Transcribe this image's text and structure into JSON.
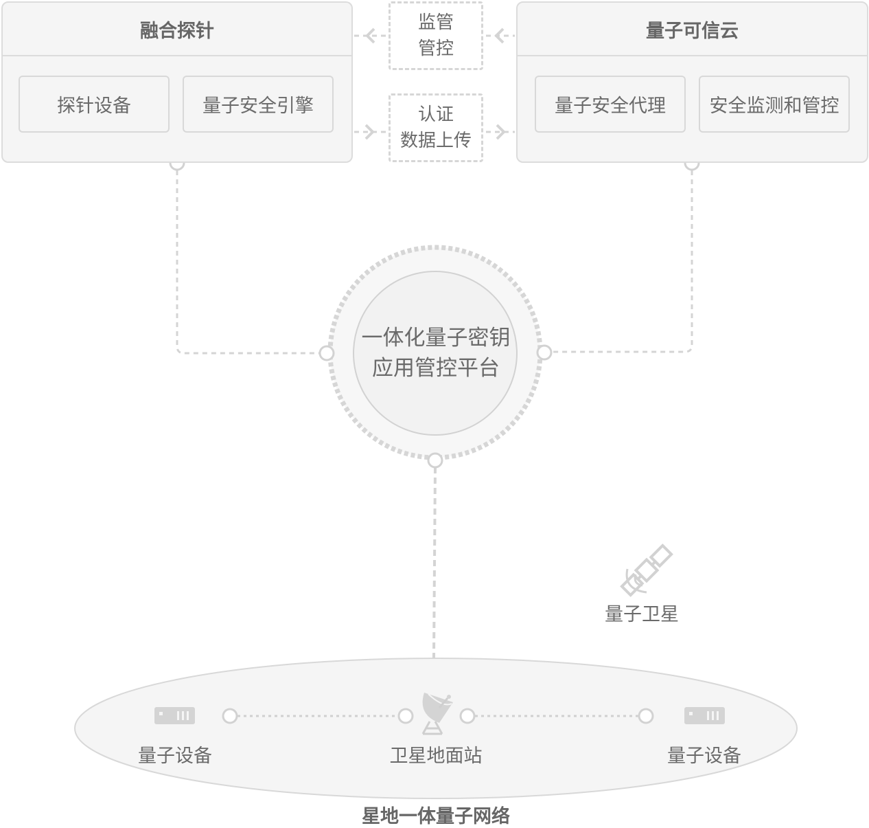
{
  "left_panel": {
    "title": "融合探针",
    "modules": [
      "探针设备",
      "量子安全引擎"
    ]
  },
  "right_panel": {
    "title": "量子可信云",
    "modules": [
      "量子安全代理",
      "安全监测和管控"
    ]
  },
  "links": {
    "top": [
      "监管",
      "管控"
    ],
    "bottom": [
      "认证",
      "数据上传"
    ]
  },
  "center": {
    "lines": [
      "一体化量子密钥",
      "应用管控平台"
    ]
  },
  "satellite": {
    "label": "量子卫星"
  },
  "network": {
    "title": "星地一体量子网络",
    "left_device": "量子设备",
    "station": "卫星地面站",
    "right_device": "量子设备"
  },
  "colors": {
    "line": "#d4d4d4",
    "panel_bg": "#f5f5f5",
    "border": "#dcdcdc",
    "text": "#6a6a6a"
  },
  "icons": [
    "satellite-icon",
    "dish-antenna-icon",
    "server-icon",
    "arrow-icon",
    "connector-node-icon"
  ]
}
